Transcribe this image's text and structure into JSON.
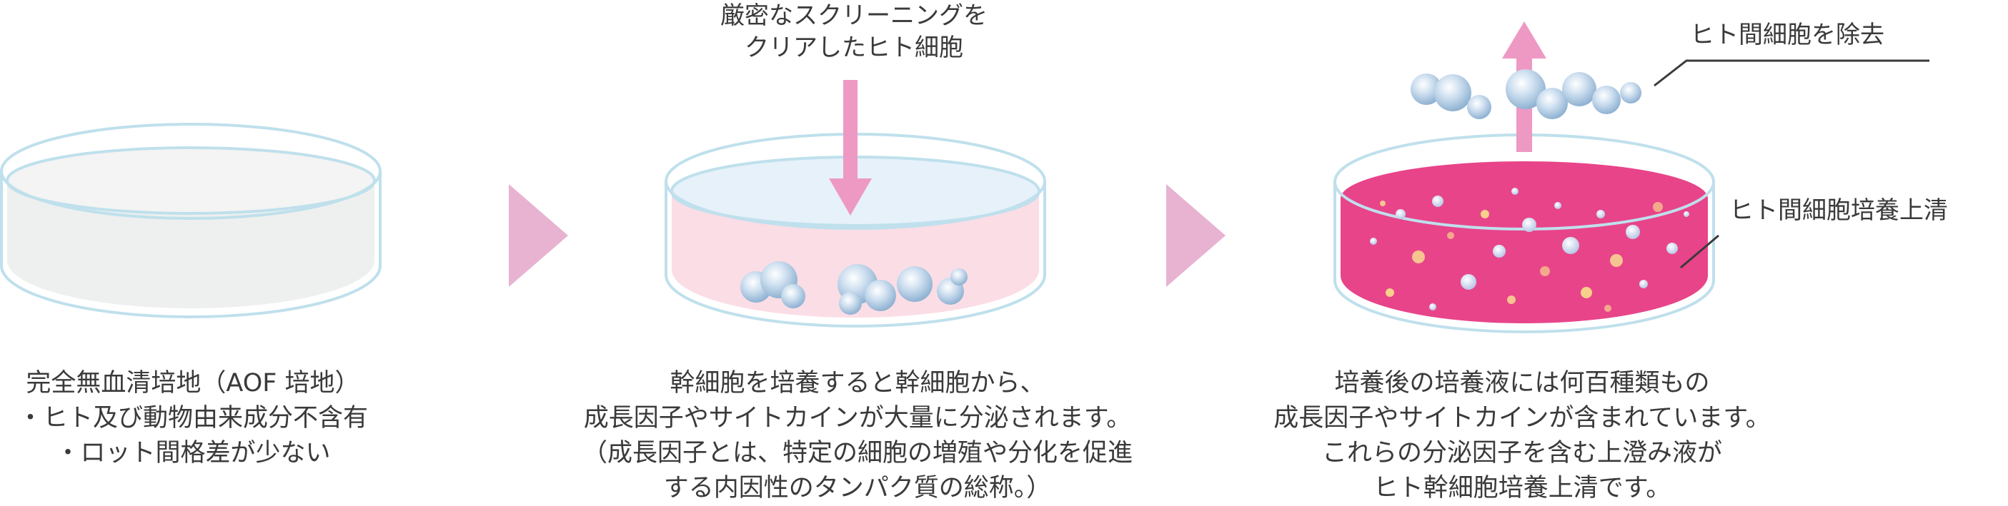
{
  "steps": [
    {
      "caption": [
        "完全無血清培地（AOF 培地）",
        "・ヒト及び動物由来成分不含有",
        "・ロット間格差が少ない"
      ]
    },
    {
      "input_label": [
        "厳密なスクリーニングを",
        "クリアしたヒト細胞"
      ],
      "caption": [
        "幹細胞を培養すると幹細胞から、",
        "成長因子やサイトカインが大量に分泌されます。",
        "（成長因子とは、特定の細胞の増殖や分化を促進",
        "する内因性のタンパク質の総称。）"
      ]
    },
    {
      "label_removed": "ヒト間細胞を除去",
      "label_supernatant": "ヒト間細胞培養上清",
      "caption": [
        "培養後の培養液には何百種類もの",
        "成長因子やサイトカインが含まれています。",
        "これらの分泌因子を含む上澄み液が",
        "ヒト幹細胞培養上清です。"
      ]
    }
  ],
  "colors": {
    "dish_outline": "#bfe0ec",
    "medium_plain": "#eef0ef",
    "medium_pink": "#fbdde6",
    "medium_top": "#e6f1fa",
    "medium_magenta": "#e8448a",
    "step_arrow": "#e7b3d1",
    "flow_arrow": "#ee99c4",
    "cell": "#a9c7e2"
  }
}
